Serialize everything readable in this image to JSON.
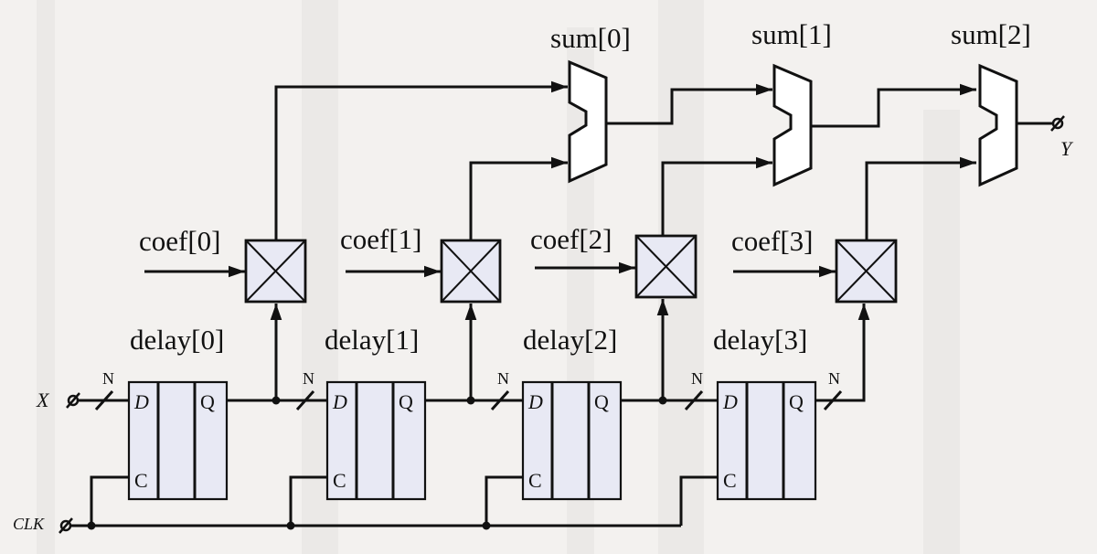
{
  "diagram": {
    "sums": [
      "sum[0]",
      "sum[1]",
      "sum[2]"
    ],
    "coefs": [
      "coef[0]",
      "coef[1]",
      "coef[2]",
      "coef[3]"
    ],
    "delays": [
      "delay[0]",
      "delay[1]",
      "delay[2]",
      "delay[3]"
    ],
    "bus_width": "N",
    "input_label": "X",
    "clock_label": "CLK",
    "output_label": "Y",
    "pins": {
      "d": "D",
      "q": "Q",
      "c": "C"
    },
    "colors": {
      "block_fill": "#e8e9f4",
      "stroke": "#111111",
      "background": "#f3f1ef"
    }
  }
}
